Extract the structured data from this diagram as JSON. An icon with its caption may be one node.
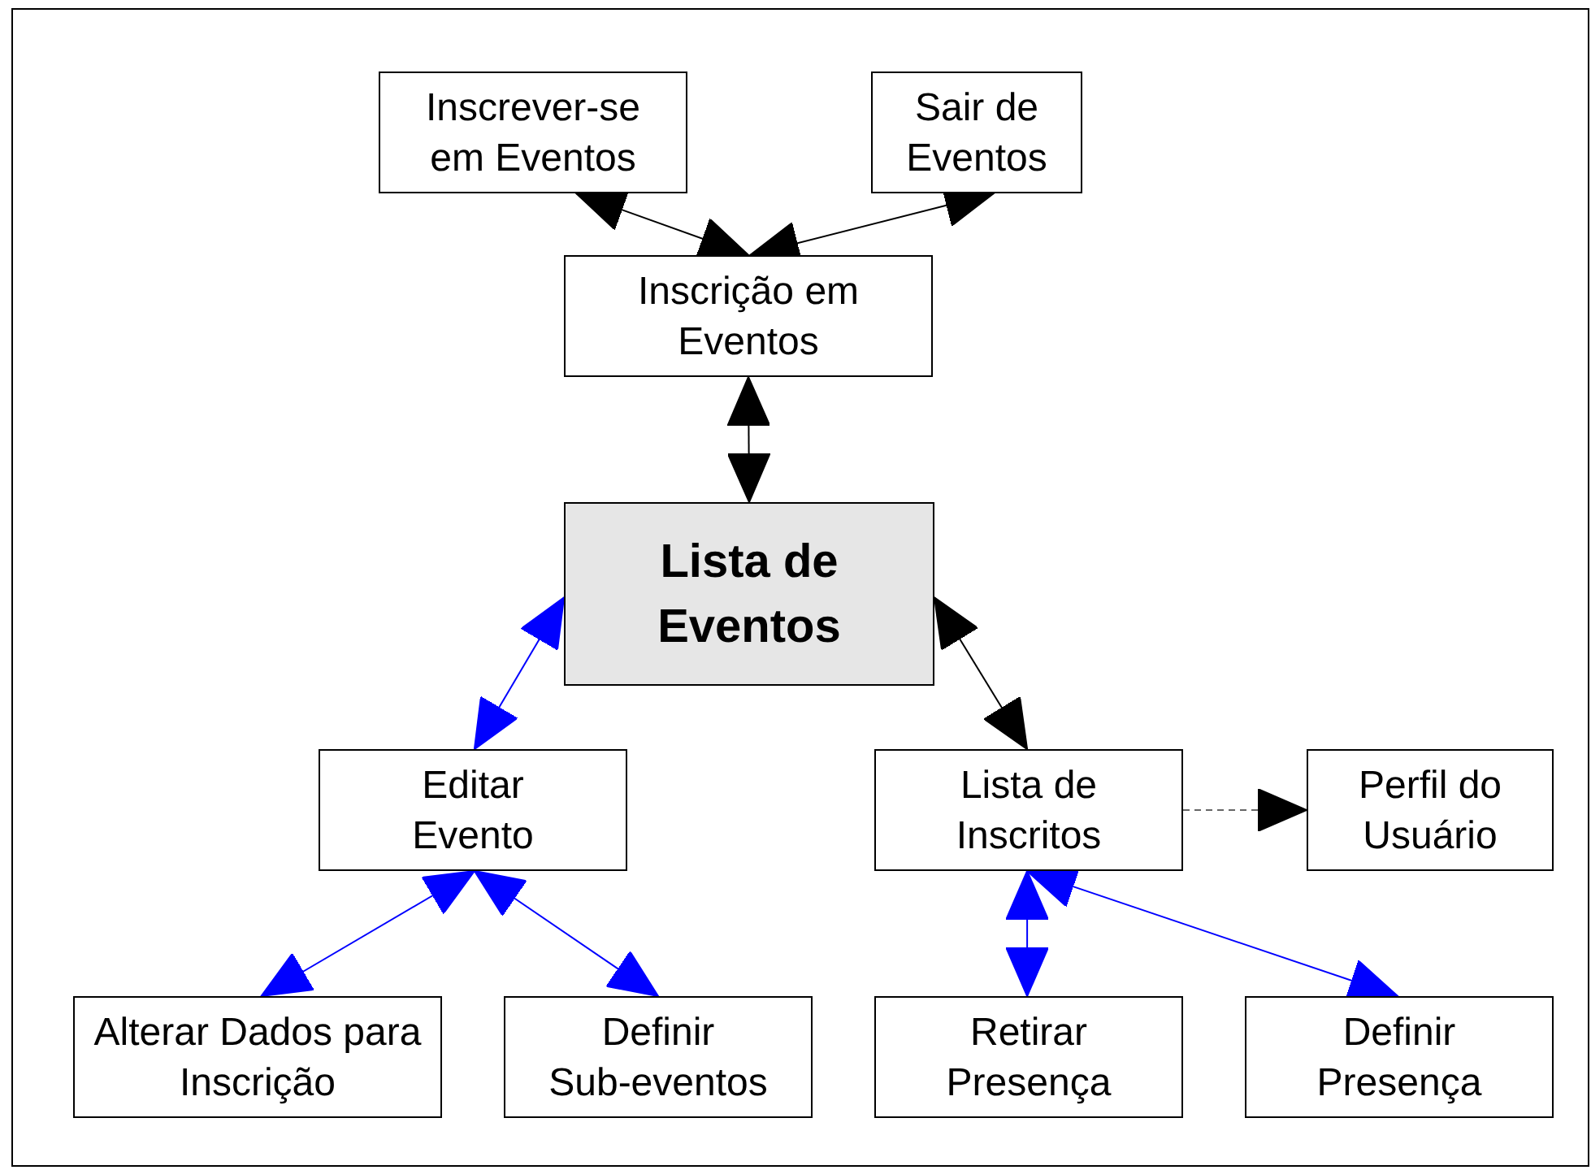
{
  "diagram": {
    "nodes": [
      {
        "text": [
          "Inscrever-se em Eventos"
        ]
      },
      {
        "text": [
          "Sair de Eventos"
        ]
      },
      {
        "text": [
          "Inscrição em Eventos"
        ]
      },
      {
        "text": [
          "Lista de Eventos"
        ]
      },
      {
        "text": [
          "Editar Evento"
        ]
      },
      {
        "text": [
          "Lista de Inscritos"
        ]
      },
      {
        "text": [
          "Perfil do Usuário"
        ]
      },
      {
        "text": [
          "Alterar Dados para Inscrição"
        ]
      },
      {
        "text": [
          "Definir Sub-eventos"
        ]
      },
      {
        "text": [
          "Retirar Presença"
        ]
      },
      {
        "text": [
          "Definir Presença"
        ]
      }
    ],
    "edges": [
      {
        "from": 2,
        "to": 0,
        "arrow": "both",
        "color": "#000000"
      },
      {
        "from": 2,
        "to": 1,
        "arrow": "both",
        "color": "#000000"
      },
      {
        "from": 2,
        "to": 3,
        "arrow": "both",
        "color": "#000000"
      },
      {
        "from": 3,
        "to": 4,
        "arrow": "both",
        "color": "#0000ff"
      },
      {
        "from": 3,
        "to": 5,
        "arrow": "both",
        "color": "#000000"
      },
      {
        "from": 5,
        "to": 6,
        "arrow": "to",
        "style": "dashed",
        "color": "#666666"
      },
      {
        "from": 4,
        "to": 7,
        "arrow": "both",
        "color": "#0000ff"
      },
      {
        "from": 4,
        "to": 8,
        "arrow": "both",
        "color": "#0000ff"
      },
      {
        "from": 5,
        "to": 9,
        "arrow": "both",
        "color": "#0000ff"
      },
      {
        "from": 5,
        "to": 10,
        "arrow": "both",
        "color": "#0000ff"
      }
    ]
  }
}
